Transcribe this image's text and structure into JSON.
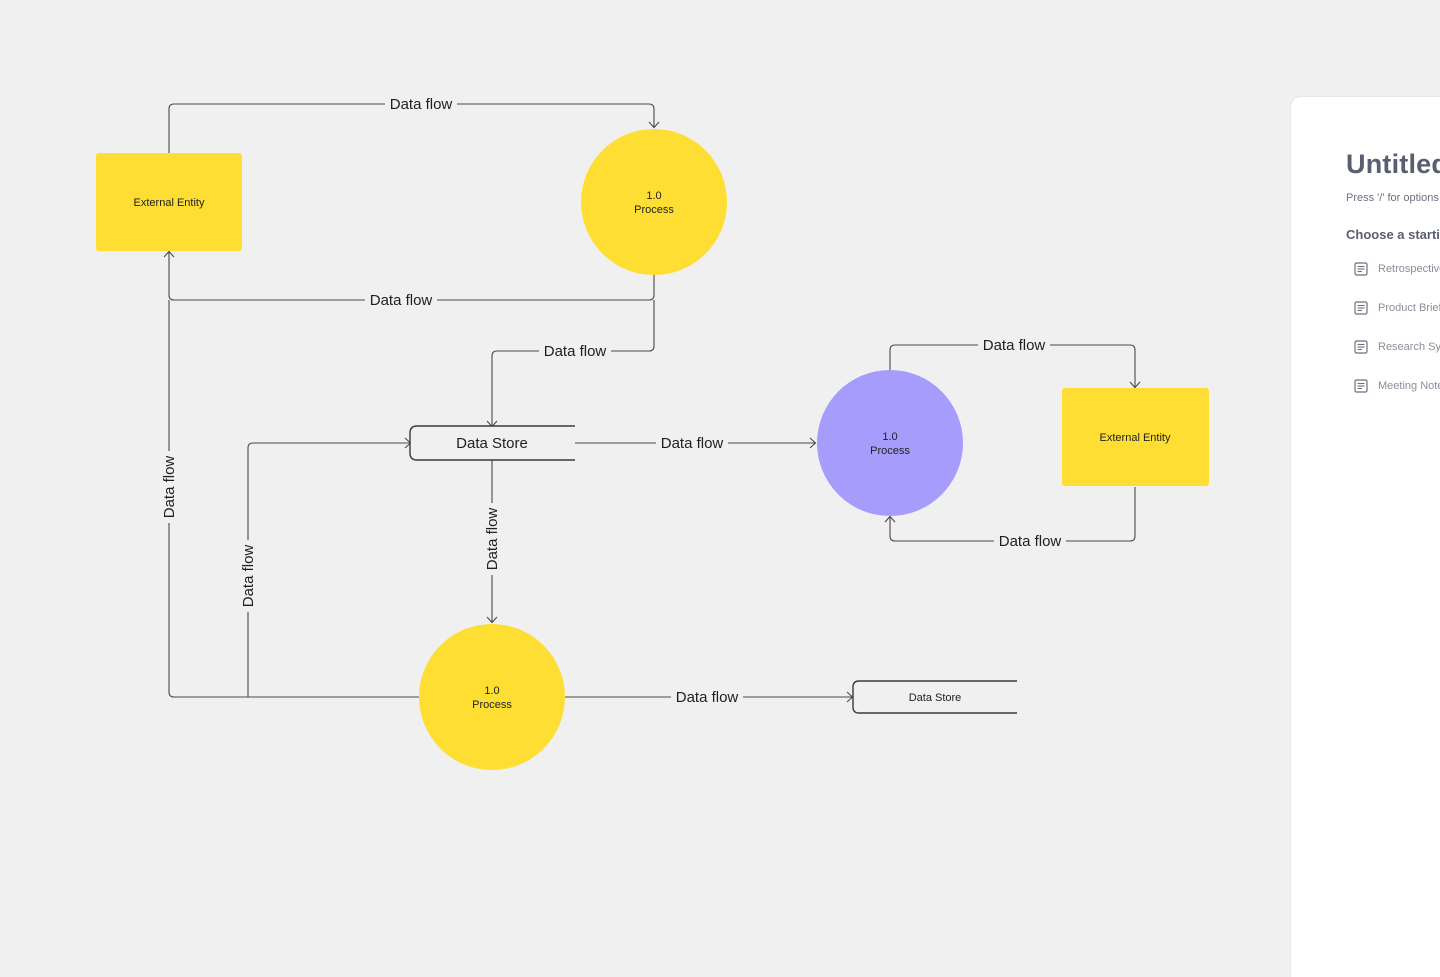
{
  "diagram": {
    "external_entity_label": "External Entity",
    "process_number": "1.0",
    "process_label": "Process",
    "data_store_label": "Data Store",
    "data_flow_label": "Data flow",
    "colors": {
      "entity_fill": "#fede33",
      "process_fill": "#fede33",
      "process_accent_fill": "#a59cfc",
      "edge_stroke": "#4a4a4a",
      "canvas_bg": "#f0f0f0"
    }
  },
  "panel": {
    "title": "Untitled",
    "hint": "Press '/' for options",
    "choose_label": "Choose a starting",
    "templates": [
      {
        "label": "Retrospective",
        "icon": "document-icon"
      },
      {
        "label": "Product Brief",
        "icon": "document-icon"
      },
      {
        "label": "Research Synthesis",
        "icon": "document-icon"
      },
      {
        "label": "Meeting Notes",
        "icon": "document-icon"
      }
    ]
  }
}
